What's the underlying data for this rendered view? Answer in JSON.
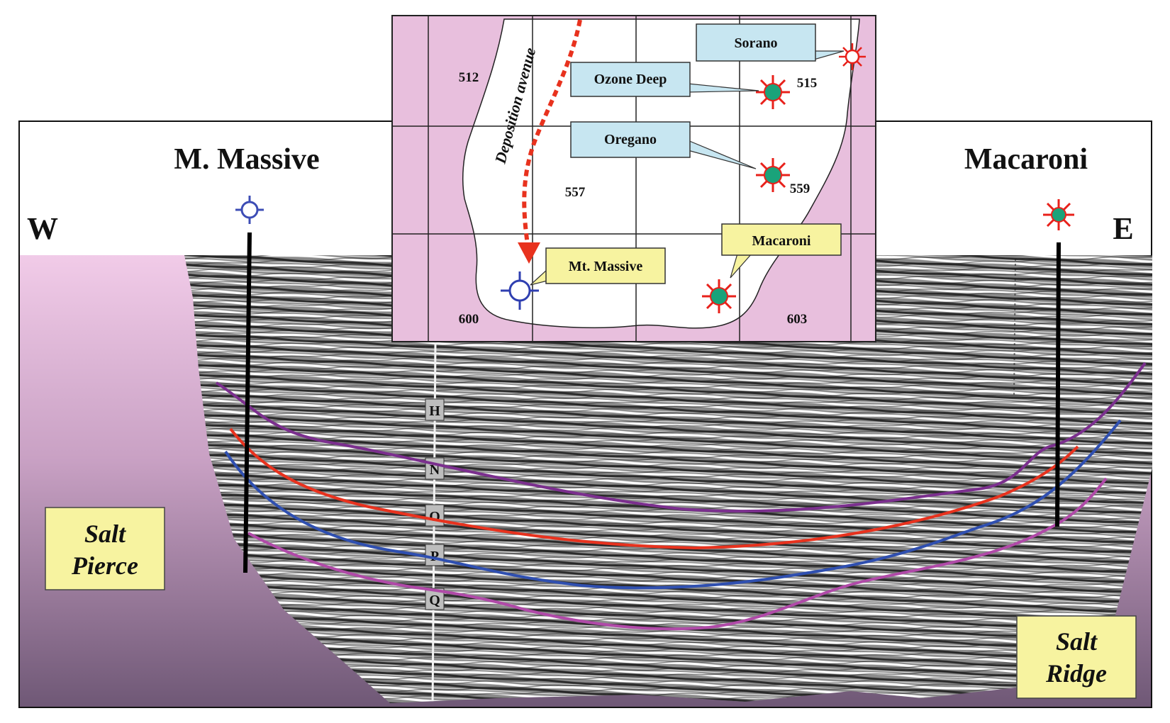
{
  "section": {
    "title_left": "M. Massive",
    "title_right": "Macaroni",
    "dir_west": "W",
    "dir_east": "E",
    "salt_left": {
      "line1": "Salt",
      "line2": "Pierce"
    },
    "salt_right": {
      "line1": "Salt",
      "line2": "Ridge"
    },
    "marker_letters": [
      "H",
      "N",
      "O",
      "P",
      "Q"
    ]
  },
  "map": {
    "arrow_label": "Deposition avenue",
    "blocks": [
      "512",
      "515",
      "557",
      "559",
      "600",
      "603"
    ],
    "callouts": {
      "sorano": "Sorano",
      "ozone_deep": "Ozone Deep",
      "oregano": "Oregano",
      "macaroni": "Macaroni",
      "mt_massive": "Mt. Massive"
    }
  },
  "colors": {
    "salt": "#e8bfdd",
    "salt_dark": "#7a6080",
    "horizon_purple": "#7b2f8e",
    "horizon_red": "#e8321e",
    "horizon_blue": "#2f4fb0",
    "horizon_magenta": "#b04aa8",
    "well_green": "#1aa37a",
    "well_red": "#e8201a",
    "callout_blue": "#c7e6f1",
    "callout_yellow": "#f7f3a0"
  }
}
